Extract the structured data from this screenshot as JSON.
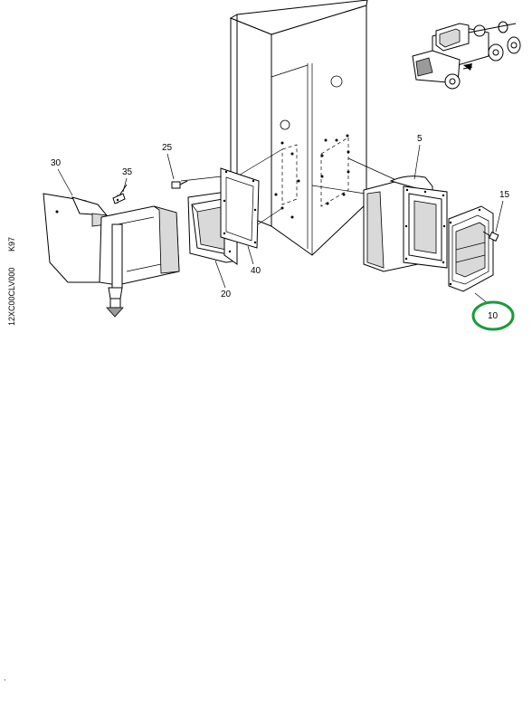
{
  "document_id": "12XC00CLV000",
  "model_code": "K97",
  "callouts": {
    "c5": "5",
    "c10": "10",
    "c15": "15",
    "c20": "20",
    "c25": "25",
    "c30": "30",
    "c35": "35",
    "c40": "40"
  },
  "highlight": {
    "callout": "10",
    "color": "#1a9b3a"
  },
  "icons": {
    "truck": "truck-locator-icon"
  }
}
